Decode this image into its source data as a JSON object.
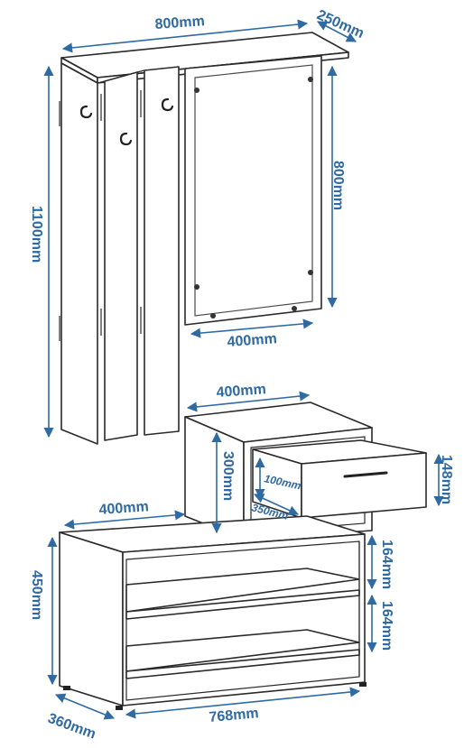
{
  "dimensions": {
    "top_width": "800mm",
    "top_depth": "250mm",
    "panel_height": "1100mm",
    "mirror_height": "800mm",
    "mirror_width": "400mm",
    "cabinet_top_width": "400mm",
    "cabinet_height": "300mm",
    "drawer_height": "148mm",
    "drawer_inner_height": "100mm",
    "drawer_depth": "350mm",
    "bench_top_width": "400mm",
    "bench_height": "450mm",
    "shelf_height_1": "164mm",
    "shelf_height_2": "164mm",
    "bench_depth": "360mm",
    "bench_width": "768mm"
  },
  "colors": {
    "dimension": "#2f6aa3",
    "outline": "#2a2a2a"
  }
}
